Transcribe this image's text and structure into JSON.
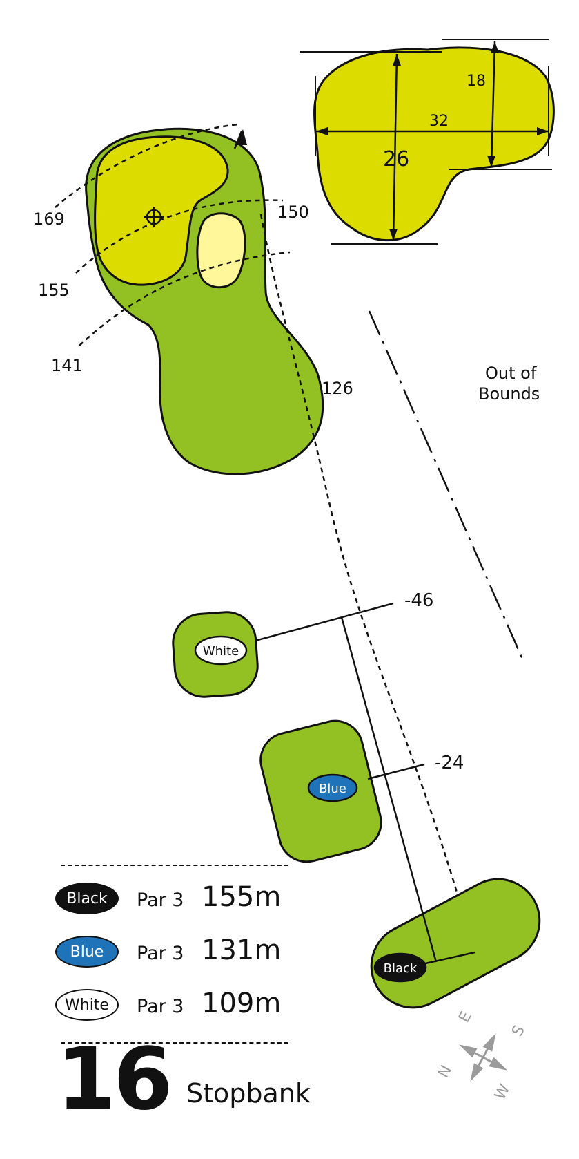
{
  "hole": {
    "number": "16",
    "name": "Stopbank"
  },
  "green_dimensions": {
    "depth": "26",
    "width": "32",
    "rear_depth": "18"
  },
  "distance_arcs": [
    "169",
    "155",
    "141",
    "150",
    "126"
  ],
  "carry_markers": [
    "-46",
    "-24"
  ],
  "boundary_label": {
    "line1": "Out of",
    "line2": "Bounds"
  },
  "tee_markers": {
    "white": "White",
    "blue": "Blue",
    "black": "Black"
  },
  "legend": [
    {
      "tee": "Black",
      "par": "Par 3",
      "distance": "155m",
      "color": "#111111"
    },
    {
      "tee": "Blue",
      "par": "Par 3",
      "distance": "131m",
      "color": "#1f73b9"
    },
    {
      "tee": "White",
      "par": "Par 3",
      "distance": "109m",
      "color": "#ffffff"
    }
  ],
  "compass": {
    "n": "N",
    "e": "E",
    "s": "S",
    "w": "W"
  },
  "colors": {
    "fairway": "#93c023",
    "green": "#dcdc00",
    "bunker": "#fff799",
    "outline": "#111111"
  }
}
